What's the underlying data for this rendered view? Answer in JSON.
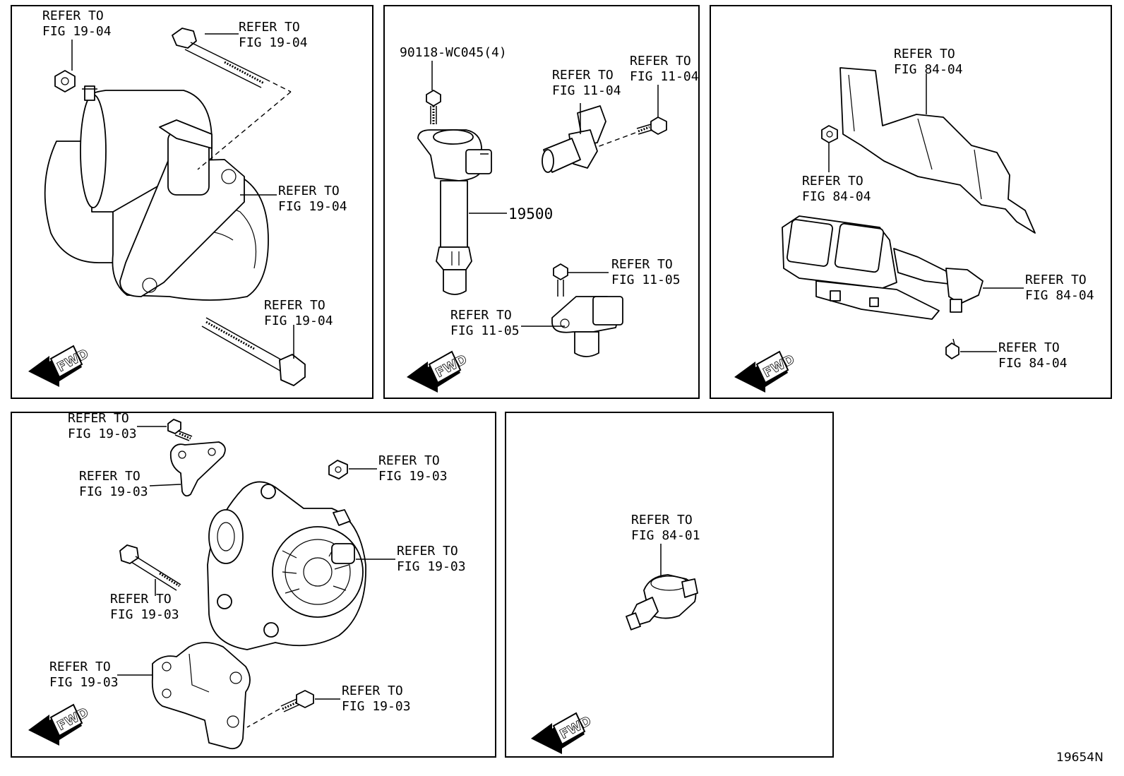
{
  "drawing_id": "19654N",
  "fwd_label": "FWD",
  "panels": [
    {
      "id": "starter",
      "labels": [
        {
          "l1": "REFER TO",
          "l2": "FIG 19-04"
        },
        {
          "l1": "REFER TO",
          "l2": "FIG 19-04"
        },
        {
          "l1": "REFER TO",
          "l2": "FIG 19-04"
        },
        {
          "l1": "REFER TO",
          "l2": "FIG 19-04"
        }
      ]
    },
    {
      "id": "ignition",
      "part_bolt": "90118-WC045(4)",
      "part_coil": "19500",
      "labels": [
        {
          "l1": "REFER TO",
          "l2": "FIG 11-04"
        },
        {
          "l1": "REFER TO",
          "l2": "FIG 11-04"
        },
        {
          "l1": "REFER TO",
          "l2": "FIG 11-05"
        },
        {
          "l1": "REFER TO",
          "l2": "FIG 11-05"
        }
      ]
    },
    {
      "id": "harness",
      "labels": [
        {
          "l1": "REFER TO",
          "l2": "FIG 84-04"
        },
        {
          "l1": "REFER TO",
          "l2": "FIG 84-04"
        },
        {
          "l1": "REFER TO",
          "l2": "FIG 84-04"
        },
        {
          "l1": "REFER TO",
          "l2": "FIG 84-04"
        }
      ]
    },
    {
      "id": "alternator",
      "labels": [
        {
          "l1": "REFER TO",
          "l2": "FIG 19-03"
        },
        {
          "l1": "REFER TO",
          "l2": "FIG 19-03"
        },
        {
          "l1": "REFER TO",
          "l2": "FIG 19-03"
        },
        {
          "l1": "REFER TO",
          "l2": "FIG 19-03"
        },
        {
          "l1": "REFER TO",
          "l2": "FIG 19-03"
        },
        {
          "l1": "REFER TO",
          "l2": "FIG 19-03"
        },
        {
          "l1": "REFER TO",
          "l2": "FIG 19-03"
        }
      ]
    },
    {
      "id": "oil-pressure-switch",
      "labels": [
        {
          "l1": "REFER TO",
          "l2": "FIG 84-01"
        }
      ]
    }
  ]
}
